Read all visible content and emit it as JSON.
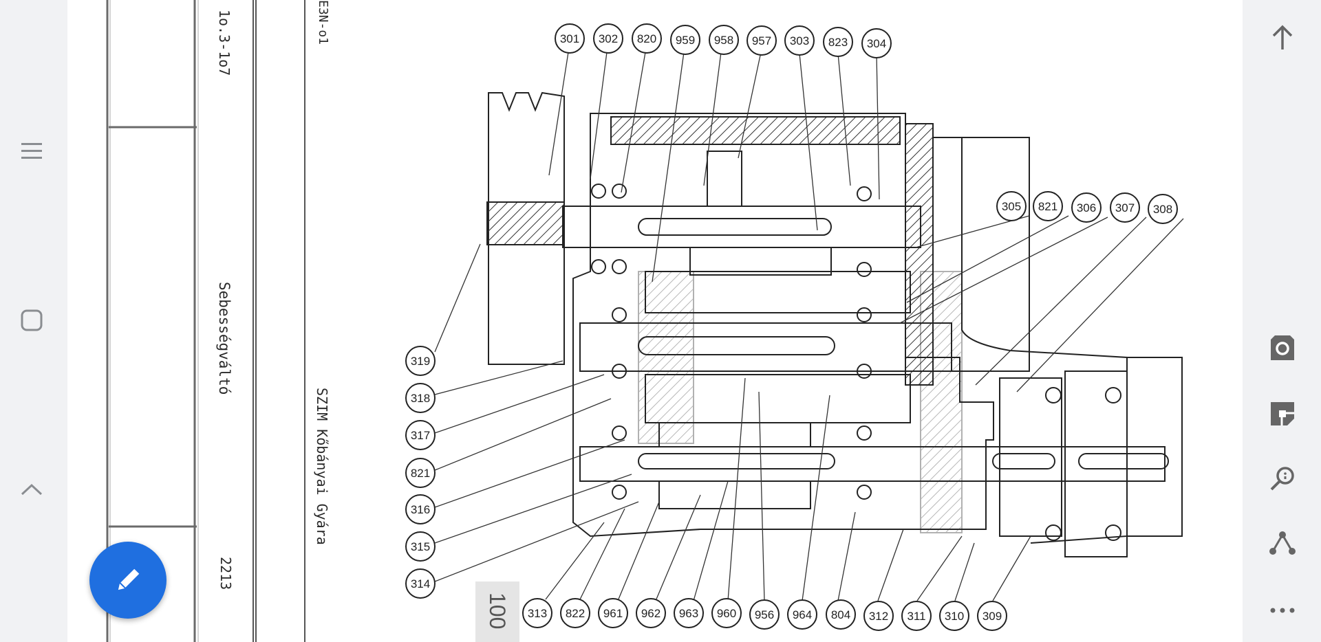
{
  "navigation": {
    "menu_icon": "hamburger-menu-icon",
    "home_icon": "square-home-icon",
    "collapse_icon": "chevron-up-icon"
  },
  "actions": {
    "scroll_top_icon": "arrow-up-icon",
    "camera_icon": "camera-icon",
    "bookmark_icon": "bookmark-icon",
    "search_icon": "search-icon",
    "share_icon": "share-icon",
    "more_icon": "more-dots-icon",
    "edit_icon": "pencil-icon",
    "accent_color": "#1f6fe0"
  },
  "document": {
    "drawing_number": "1o.3-1o7",
    "part_name": "Sebességváltó",
    "sheet_code": "2213",
    "code_top": "E3N-o1",
    "manufacturer": "SZIM Kőbányai Gyára",
    "page_number": "100",
    "callouts": {
      "top": [
        "301",
        "302",
        "820",
        "959",
        "958",
        "957",
        "303",
        "823",
        "304"
      ],
      "right": [
        "305",
        "821",
        "306",
        "307",
        "308"
      ],
      "left": [
        "319",
        "318",
        "317",
        "821",
        "316",
        "315",
        "314"
      ],
      "bottom": [
        "313",
        "822",
        "961",
        "962",
        "963",
        "960",
        "956",
        "964",
        "804",
        "312",
        "311",
        "310",
        "309"
      ]
    }
  }
}
